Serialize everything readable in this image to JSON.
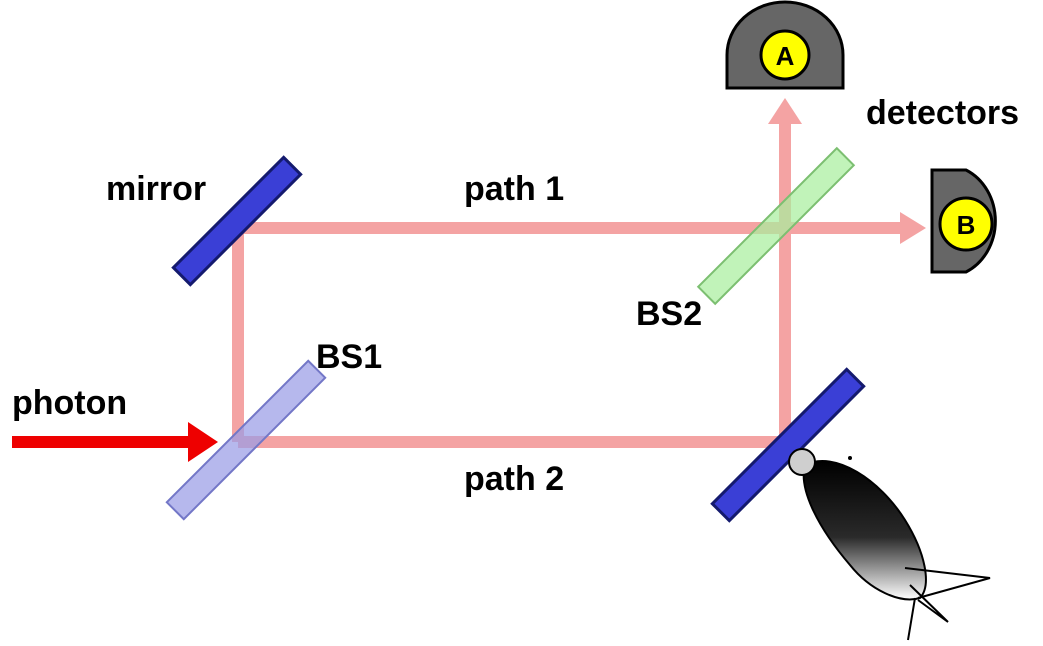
{
  "labels": {
    "photon": "photon",
    "mirror": "mirror",
    "path1": "path 1",
    "path2": "path 2",
    "bs1": "BS1",
    "bs2": "BS2",
    "detectors": "detectors"
  },
  "detectors": [
    {
      "id": "A",
      "letter": "A"
    },
    {
      "id": "B",
      "letter": "B"
    }
  ],
  "colors": {
    "beam": "#f4a3a3",
    "photon_arrow": "#ee0000",
    "mirror": "#3a3fd6",
    "bs1": "#9a9de6",
    "bs2": "#a9ef9e",
    "detector_body": "#666666",
    "detector_face": "#ffff00"
  }
}
